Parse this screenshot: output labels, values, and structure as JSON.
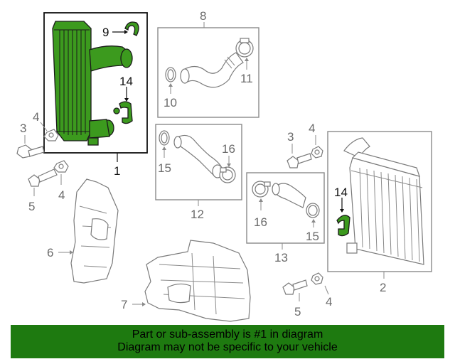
{
  "callouts": {
    "c1": "1",
    "c2": "2",
    "c3a": "3",
    "c3b": "3",
    "c4a": "4",
    "c4b": "4",
    "c4c": "4",
    "c4d": "4",
    "c5a": "5",
    "c5b": "5",
    "c6": "6",
    "c7": "7",
    "c8": "8",
    "c9": "9",
    "c10": "10",
    "c11": "11",
    "c12": "12",
    "c13": "13",
    "c14a": "14",
    "c14b": "14",
    "c15a": "15",
    "c15b": "15",
    "c16a": "16",
    "c16b": "16"
  },
  "footer": {
    "line1": "Part or sub-assembly is #1 in diagram",
    "line2": "Diagram may not be specific to your vehicle"
  },
  "colors": {
    "highlight": "#3c9a1e",
    "banner": "#1e7a10",
    "callout_gray": "#6b6b6b"
  }
}
